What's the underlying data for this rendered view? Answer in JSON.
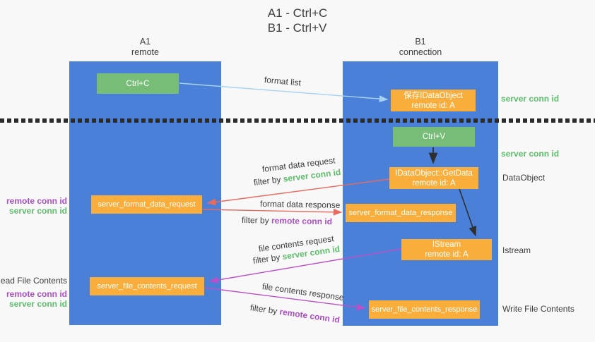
{
  "title": {
    "line1": "A1 - Ctrl+C",
    "line2": "B1 - Ctrl+V"
  },
  "lanes": {
    "a1": {
      "name": "A1",
      "role": "remote"
    },
    "b1": {
      "name": "B1",
      "role": "connection"
    }
  },
  "nodes": {
    "ctrl_c": {
      "label": "Ctrl+C"
    },
    "saved_dataobject": {
      "line1": "保存IDataObject",
      "line2": "remote id: A"
    },
    "ctrl_v": {
      "label": "Ctrl+V"
    },
    "getdata": {
      "line1": "IDataObject::GetData",
      "line2": "remote id: A"
    },
    "server_format_data_request": {
      "label": "server_format_data_request"
    },
    "server_format_data_response": {
      "label": "server_format_data_response"
    },
    "istream": {
      "line1": "IStream",
      "line2": "remote id: A"
    },
    "server_file_contents_request": {
      "label": "server_file_contents_request"
    },
    "server_file_contents_response": {
      "label": "server_file_contents_response"
    }
  },
  "arrows": {
    "format_list": "format list",
    "format_data_request": "format data request",
    "format_data_response": "format data response",
    "file_contents_request": "file contents request",
    "file_contents_response": "file contents response",
    "filter_by": "filter by"
  },
  "ids": {
    "server_conn_id": "server conn id",
    "remote_conn_id": "remote conn id"
  },
  "side_labels": {
    "read_file_contents": "Read File Contents",
    "write_file_contents": "Write File Contents",
    "dataobject": "DataObject",
    "istream": "Istream"
  },
  "colors": {
    "bg": "#f8f8f8",
    "lane_blue": "#4a80d8",
    "node_green": "#77bd78",
    "node_orange": "#f9ae3c",
    "arrow_light_blue": "#a7d1f0",
    "arrow_black": "#2f2f2f",
    "arrow_red": "#e86b60",
    "arrow_magenta": "#bb50c7",
    "text_green": "#5cbe6a",
    "text_purple": "#a94fc0",
    "text_dark": "#3d3d3d"
  }
}
